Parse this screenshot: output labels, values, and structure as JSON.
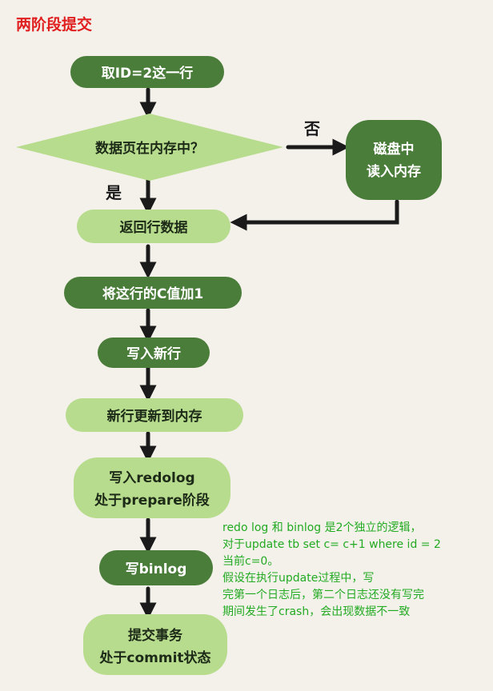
{
  "title": "两阶段提交",
  "nodes": {
    "fetch_row": "取ID=2这一行",
    "decision": "数据页在内存中？",
    "disk_read": [
      "磁盘中",
      "读入内存"
    ],
    "return_row": "返回行数据",
    "add_one": "将这行的C值加1",
    "write_new": "写入新行",
    "update_mem": "新行更新到内存",
    "redo_prepare": [
      "写入redolog",
      "处于prepare阶段"
    ],
    "write_binlog": "写binlog",
    "commit": [
      "提交事务",
      "处于commit状态"
    ]
  },
  "edges": {
    "yes": "是",
    "no": "否"
  },
  "note": [
    "redo log 和 binlog 是2个独立的逻辑，",
    "对于update tb set c= c+1 where id = 2",
    "当前c=0。",
    "假设在执行update过程中，写",
    "完第一个日志后，第二个日志还没有写完",
    "期间发生了crash，会出现数据不一致"
  ],
  "colors": {
    "dark_green": "#4a7c3a",
    "light_green": "#b8dc8e",
    "note_green": "#22aa22",
    "title_red": "#e02020",
    "arrow": "#1a1a1a"
  }
}
